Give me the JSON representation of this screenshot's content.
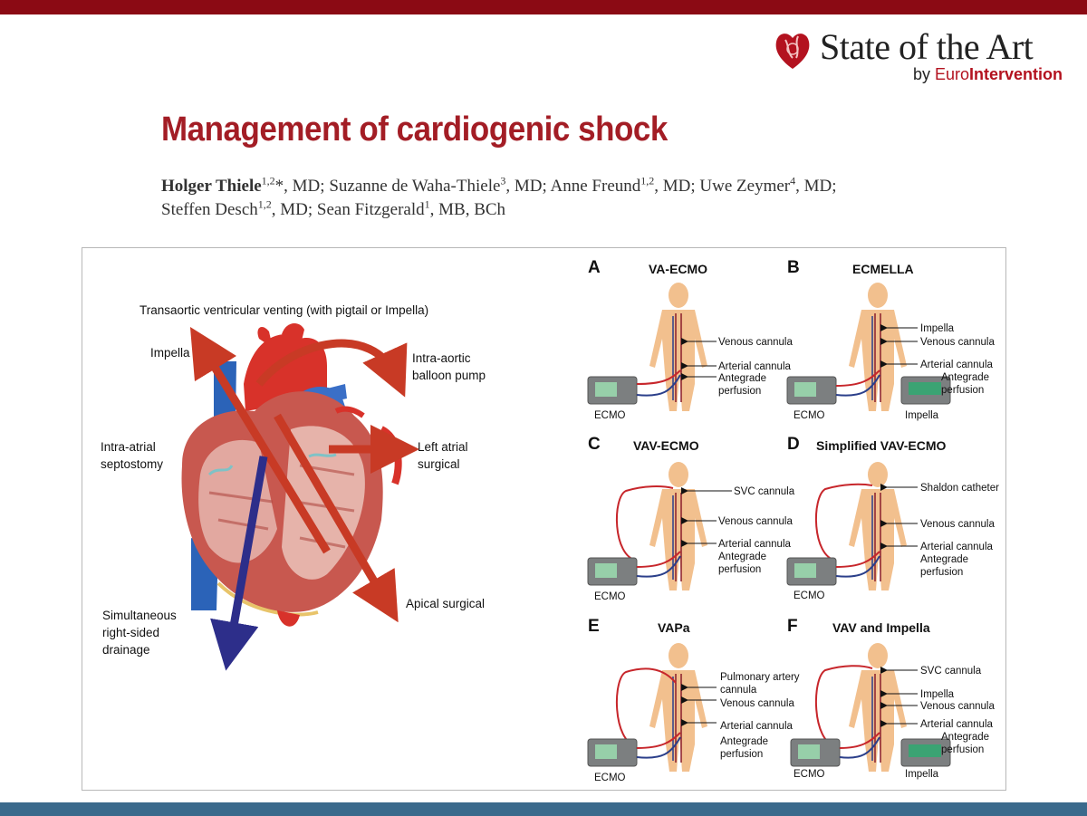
{
  "header": {
    "logo_main": "State of the Art",
    "logo_by": "by ",
    "logo_euro": "Euro",
    "logo_intervention": "Intervention"
  },
  "paper": {
    "title": "Management of cardiogenic shock",
    "authors": [
      {
        "name": "Holger Thiele",
        "sup": "1,2",
        "suffix": "*, MD; "
      },
      {
        "name": "Suzanne de Waha-Thiele",
        "sup": "3",
        "suffix": ", MD; "
      },
      {
        "name": "Anne Freund",
        "sup": "1,2",
        "suffix": ", MD; "
      },
      {
        "name": "Uwe Zeymer",
        "sup": "4",
        "suffix": ", MD;"
      },
      {
        "name": "Steffen Desch",
        "sup": "1,2",
        "suffix": ", MD; "
      },
      {
        "name": "Sean Fitzgerald",
        "sup": "1",
        "suffix": ", MB, BCh"
      }
    ]
  },
  "figure_left": {
    "venting_label": "Transaortic ventricular venting (with pigtail or Impella)",
    "impella": "Impella",
    "iabp_line1": "Intra-aortic",
    "iabp_line2": "balloon pump",
    "septostomy_line1": "Intra-atrial",
    "septostomy_line2": "septostomy",
    "left_atrial_line1": "Left atrial",
    "left_atrial_line2": "surgical",
    "apical": "Apical surgical",
    "drainage_line1": "Simultaneous",
    "drainage_line2": "right-sided",
    "drainage_line3": "drainage"
  },
  "panels": {
    "A": {
      "letter": "A",
      "title": "VA-ECMO",
      "labels": [
        "Venous cannula",
        "Arterial cannula",
        "Antegrade",
        "perfusion"
      ],
      "device": "ECMO"
    },
    "B": {
      "letter": "B",
      "title": "ECMELLA",
      "labels": [
        "Impella",
        "Venous cannula",
        "Arterial cannula",
        "Antegrade",
        "perfusion"
      ],
      "device": "ECMO",
      "device2": "Impella"
    },
    "C": {
      "letter": "C",
      "title": "VAV-ECMO",
      "labels": [
        "SVC cannula",
        "Venous cannula",
        "Arterial cannula",
        "Antegrade",
        "perfusion"
      ],
      "device": "ECMO"
    },
    "D": {
      "letter": "D",
      "title": "Simplified VAV-ECMO",
      "labels": [
        "Shaldon catheter",
        "Venous cannula",
        "Arterial cannula",
        "Antegrade",
        "perfusion"
      ],
      "device": "ECMO"
    },
    "E": {
      "letter": "E",
      "title": "VAPa",
      "labels": [
        "Pulmonary artery",
        "cannula",
        "Venous cannula",
        "Arterial cannula",
        "Antegrade",
        "perfusion"
      ],
      "device": "ECMO"
    },
    "F": {
      "letter": "F",
      "title": "VAV and Impella",
      "labels": [
        "SVC cannula",
        "Impella",
        "Venous cannula",
        "Arterial cannula",
        "Antegrade",
        "perfusion"
      ],
      "device": "ECMO",
      "device2": "Impella"
    }
  },
  "colors": {
    "top_bar": "#8b0a14",
    "bottom_bar": "#3b6a8c",
    "title": "#a31d25",
    "arrow_red": "#c83a25",
    "arrow_blue": "#2d2e8a",
    "body_skin": "#f2c08e"
  }
}
